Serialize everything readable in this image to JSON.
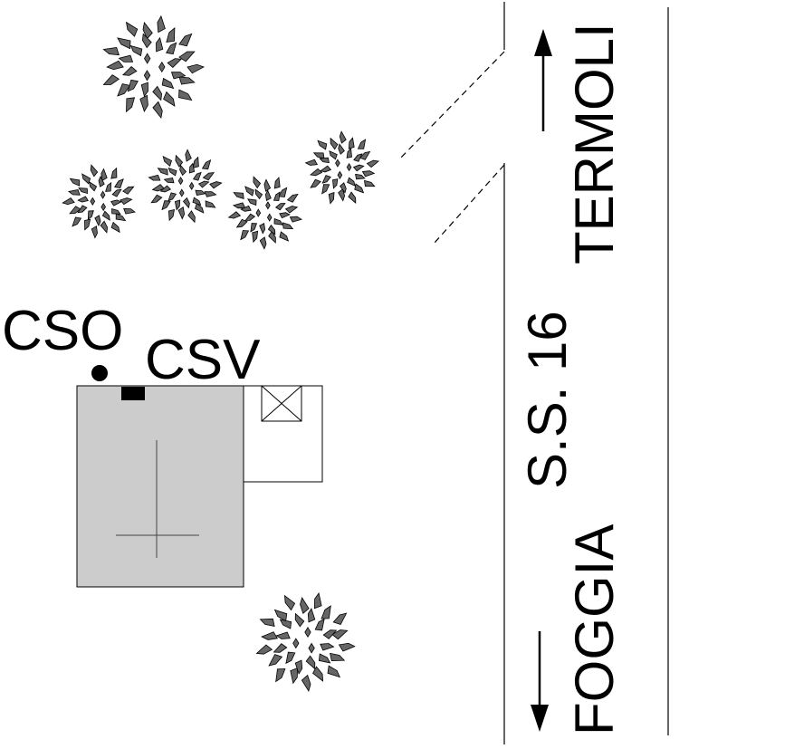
{
  "labels": {
    "cso": "CSO",
    "csv": "CSV",
    "road_name": "S.S. 16",
    "direction_north": "TERMOLI",
    "direction_south": "FOGGIA"
  },
  "colors": {
    "ink": "#000000",
    "building_fill": "#cccccc",
    "tree_fill": "#666666",
    "background": "#ffffff"
  },
  "icons": {
    "tree": "tree-icon",
    "arrow_north": "arrow-up-icon",
    "arrow_south": "arrow-down-icon",
    "station_dot": "dot-icon",
    "sensor": "sensor-box-icon",
    "crossed_box": "crossed-box-icon"
  }
}
